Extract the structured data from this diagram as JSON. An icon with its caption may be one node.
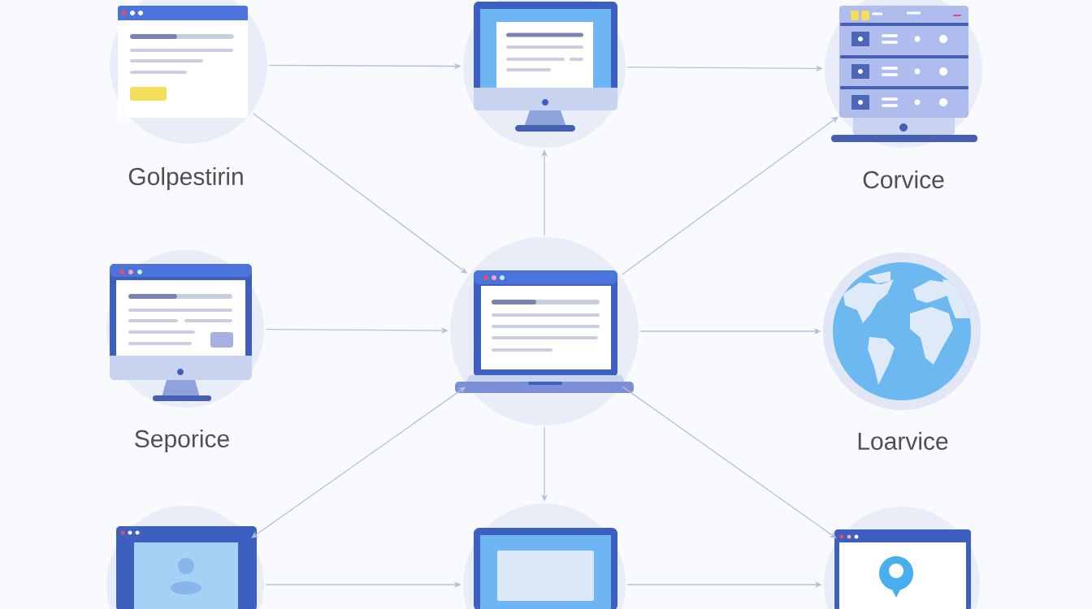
{
  "diagram": {
    "nodes": [
      {
        "text": [
          "Golpestirin"
        ]
      },
      {
        "text": [],
        "shape": "picture"
      },
      {
        "text": [
          "Corvice"
        ]
      },
      {
        "text": [
          "Seporice"
        ]
      },
      {
        "text": [],
        "shape": "picture"
      },
      {
        "text": [
          "Loarvice"
        ]
      },
      {
        "text": [],
        "shape": "picture"
      },
      {
        "text": [],
        "shape": "picture"
      },
      {
        "text": [],
        "shape": "picture"
      }
    ],
    "edges": [
      {
        "from": 0,
        "to": 1,
        "arrow": "to"
      },
      {
        "from": 1,
        "to": 2,
        "arrow": "to"
      },
      {
        "from": 0,
        "to": 4,
        "arrow": "to"
      },
      {
        "from": 4,
        "to": 1,
        "arrow": "to"
      },
      {
        "from": 4,
        "to": 2,
        "arrow": "to"
      },
      {
        "from": 3,
        "to": 4,
        "arrow": "to"
      },
      {
        "from": 4,
        "to": 5,
        "arrow": "to"
      },
      {
        "from": 4,
        "to": 6,
        "arrow": "both"
      },
      {
        "from": 4,
        "to": 7,
        "arrow": "to"
      },
      {
        "from": 4,
        "to": 8,
        "arrow": "to"
      },
      {
        "from": 6,
        "to": 7,
        "arrow": "to"
      },
      {
        "from": 7,
        "to": 8,
        "arrow": "to"
      }
    ]
  }
}
